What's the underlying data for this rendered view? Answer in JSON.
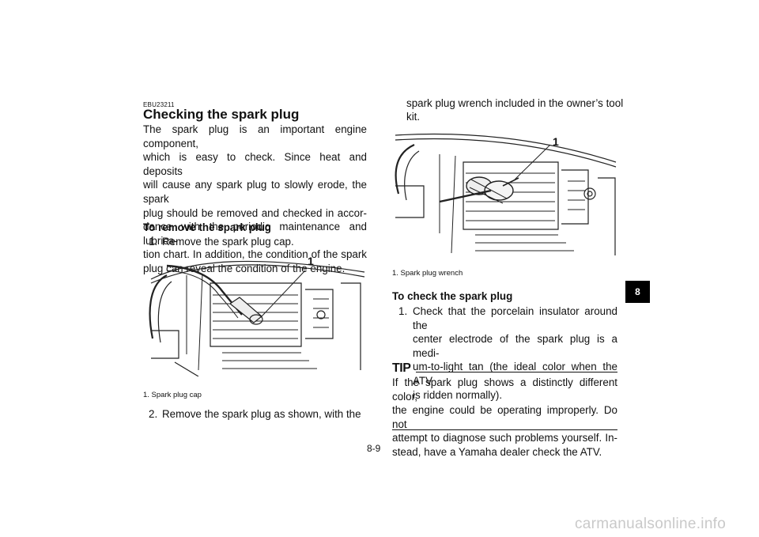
{
  "left": {
    "code": "EBU23211",
    "title": "Checking the spark plug",
    "intro_lines": [
      "The spark plug is an important engine component,",
      "which is easy to check. Since heat and deposits",
      "will cause any spark plug to slowly erode, the spark",
      "plug should be removed and checked in accor-",
      "dance with the periodic maintenance and lubrica-",
      "tion chart. In addition, the condition of the spark",
      "plug can reveal the condition of the engine."
    ],
    "remove_heading": "To remove the spark plug",
    "step1_num": "1.",
    "step1_text": "Remove the spark plug cap.",
    "figure1_callout": "1",
    "figure1_caption": "1. Spark plug cap",
    "step2_num": "2.",
    "step2_text": "Remove the spark plug as shown, with the"
  },
  "right": {
    "cont_line1": "spark plug wrench included in the owner’s tool",
    "cont_line2": "kit.",
    "figure2_callout": "1",
    "figure2_caption": "1. Spark plug wrench",
    "check_heading": "To check the spark plug",
    "check_step1_num": "1.",
    "check_lines": [
      "Check that the porcelain insulator around the",
      "center electrode of the spark plug is a medi-",
      "um-to-light tan (the ideal color when the ATV",
      "is ridden normally)."
    ],
    "tip_label": "TIP",
    "tip_lines": [
      "If the spark plug shows a distinctly different color,",
      "the engine could be operating improperly. Do not",
      "attempt to diagnose such problems yourself. In-",
      "stead, have a Yamaha dealer check the ATV."
    ]
  },
  "page_number": "8-9",
  "chapter_tab": "8",
  "watermark": "carmanualsonline.info"
}
